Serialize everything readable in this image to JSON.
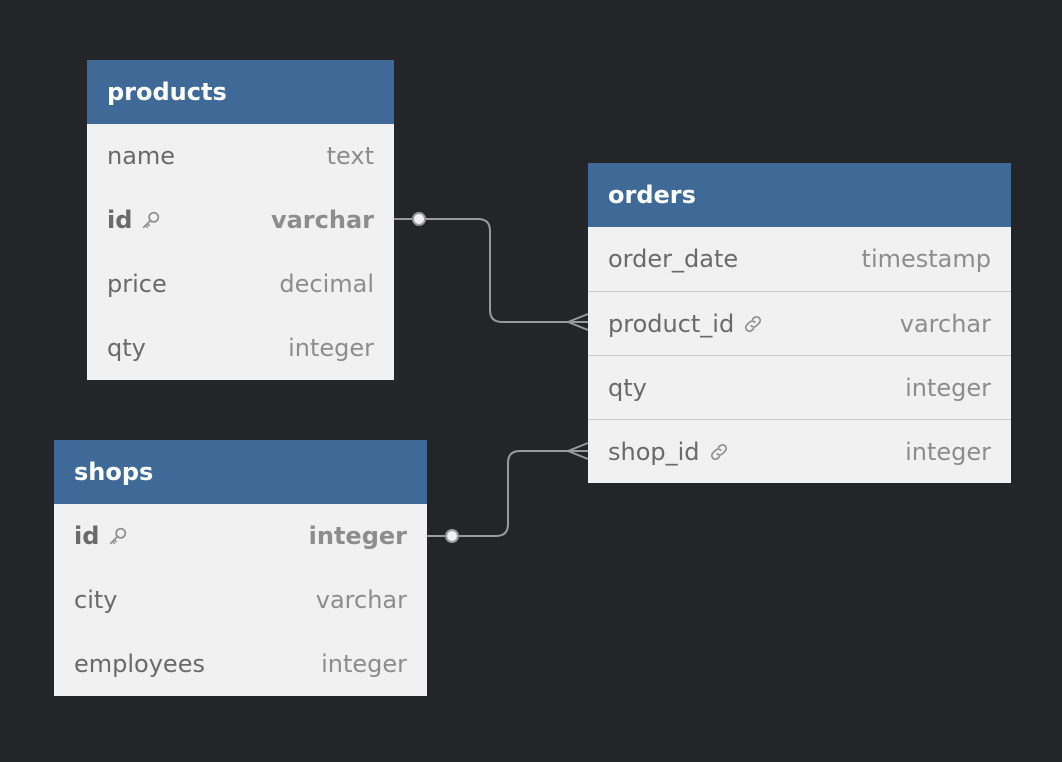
{
  "tables": [
    {
      "name": "products",
      "columns": [
        {
          "name": "name",
          "type": "text"
        },
        {
          "name": "id",
          "type": "varchar",
          "icon": "key-icon"
        },
        {
          "name": "price",
          "type": "decimal"
        },
        {
          "name": "qty",
          "type": "integer"
        }
      ]
    },
    {
      "name": "orders",
      "columns": [
        {
          "name": "order_date",
          "type": "timestamp"
        },
        {
          "name": "product_id",
          "type": "varchar",
          "icon": "link-icon"
        },
        {
          "name": "qty",
          "type": "integer"
        },
        {
          "name": "shop_id",
          "type": "integer",
          "icon": "link-icon"
        }
      ]
    },
    {
      "name": "shops",
      "columns": [
        {
          "name": "id",
          "type": "integer",
          "icon": "key-icon"
        },
        {
          "name": "city",
          "type": "varchar"
        },
        {
          "name": "employees",
          "type": "integer"
        }
      ]
    }
  ],
  "relationships": [
    {
      "from": "products.id",
      "to": "orders.product_id",
      "type": "one-to-many"
    },
    {
      "from": "shops.id",
      "to": "orders.shop_id",
      "type": "one-to-many"
    }
  ],
  "colors": {
    "background": "#242528",
    "header": "#3f6a97",
    "body": "#f1f1f1",
    "connector": "#9a9a9a"
  }
}
